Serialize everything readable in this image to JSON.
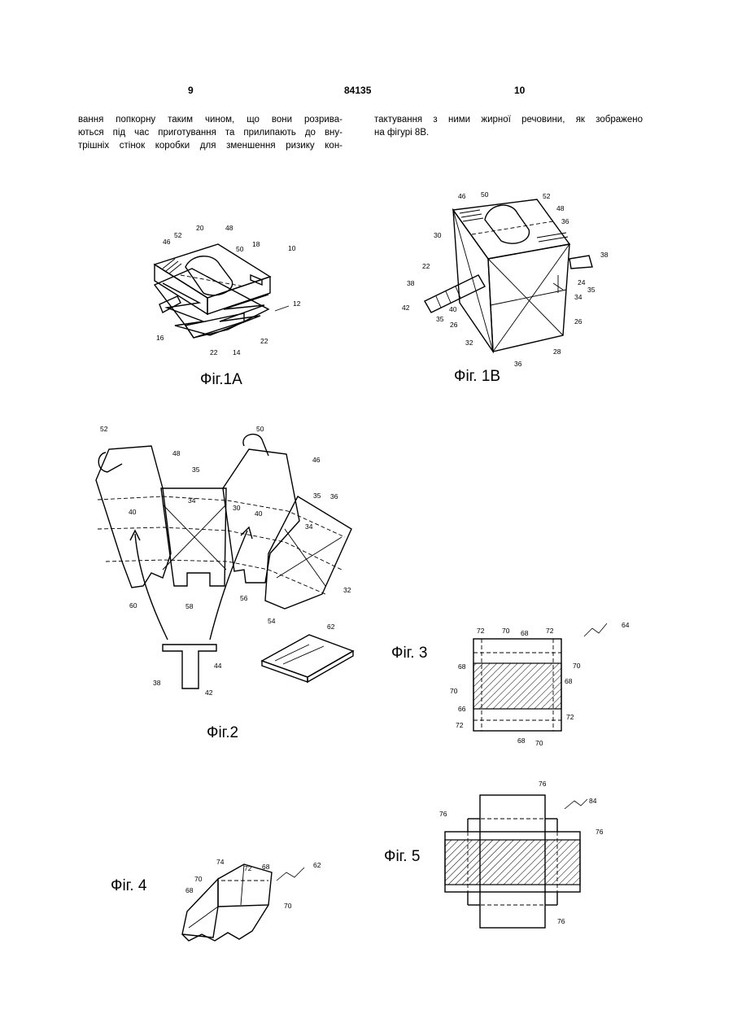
{
  "header": {
    "left_page": "9",
    "center_number": "84135",
    "right_page": "10"
  },
  "left_column": [
    "вання попкорну таким чином, що вони розрива-",
    "ються під час приготування та прилипають до вну-",
    "трішніх стінок коробки для зменшення ризику кон-"
  ],
  "right_column": [
    "тактування з ними жирної речовини, як зображено",
    "на фігурі 8В."
  ],
  "figures": {
    "fig1a": {
      "caption": "Фіг.1А",
      "labels": [
        "10",
        "12",
        "14",
        "16",
        "18",
        "20",
        "22",
        "22",
        "46",
        "48",
        "50",
        "52"
      ]
    },
    "fig1b": {
      "caption": "Фіг. 1В",
      "labels": [
        "46",
        "50",
        "52",
        "48",
        "36",
        "38",
        "30",
        "22",
        "24",
        "35",
        "34",
        "38",
        "42",
        "40",
        "35",
        "26",
        "32",
        "28",
        "36",
        "26"
      ]
    },
    "fig2": {
      "caption": "Фіг.2",
      "labels": [
        "52",
        "48",
        "50",
        "46",
        "35",
        "34",
        "30",
        "40",
        "40",
        "35",
        "36",
        "34",
        "32",
        "60",
        "58",
        "56",
        "54",
        "62",
        "38",
        "44",
        "42"
      ]
    },
    "fig3": {
      "caption": "Фіг. 3",
      "labels": [
        "64",
        "72",
        "70",
        "68",
        "72",
        "68",
        "70",
        "68",
        "70",
        "66",
        "72",
        "72",
        "68",
        "70"
      ]
    },
    "fig4": {
      "caption": "Фіг. 4",
      "labels": [
        "62",
        "74",
        "72",
        "68",
        "70",
        "68",
        "70"
      ]
    },
    "fig5": {
      "caption": "Фіг. 5",
      "labels": [
        "76",
        "84",
        "76",
        "76",
        "76"
      ]
    }
  }
}
